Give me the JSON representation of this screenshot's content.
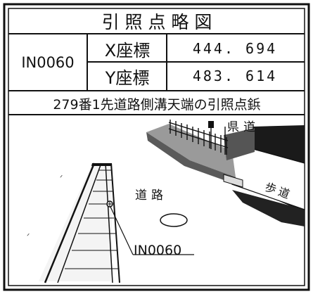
{
  "title": "引 照 点 略 図",
  "point_id": "IN0060",
  "coordinates": {
    "x_label": "X座標",
    "x_value": "444. 694",
    "y_label": "Y座標",
    "y_value": "483. 614"
  },
  "description": "279番1先道路側溝天端の引照点鋲",
  "sketch": {
    "prefectural_road_label": "県道",
    "sidewalk_label": "歩道",
    "road_label": "道路",
    "point_label": "IN0060"
  }
}
